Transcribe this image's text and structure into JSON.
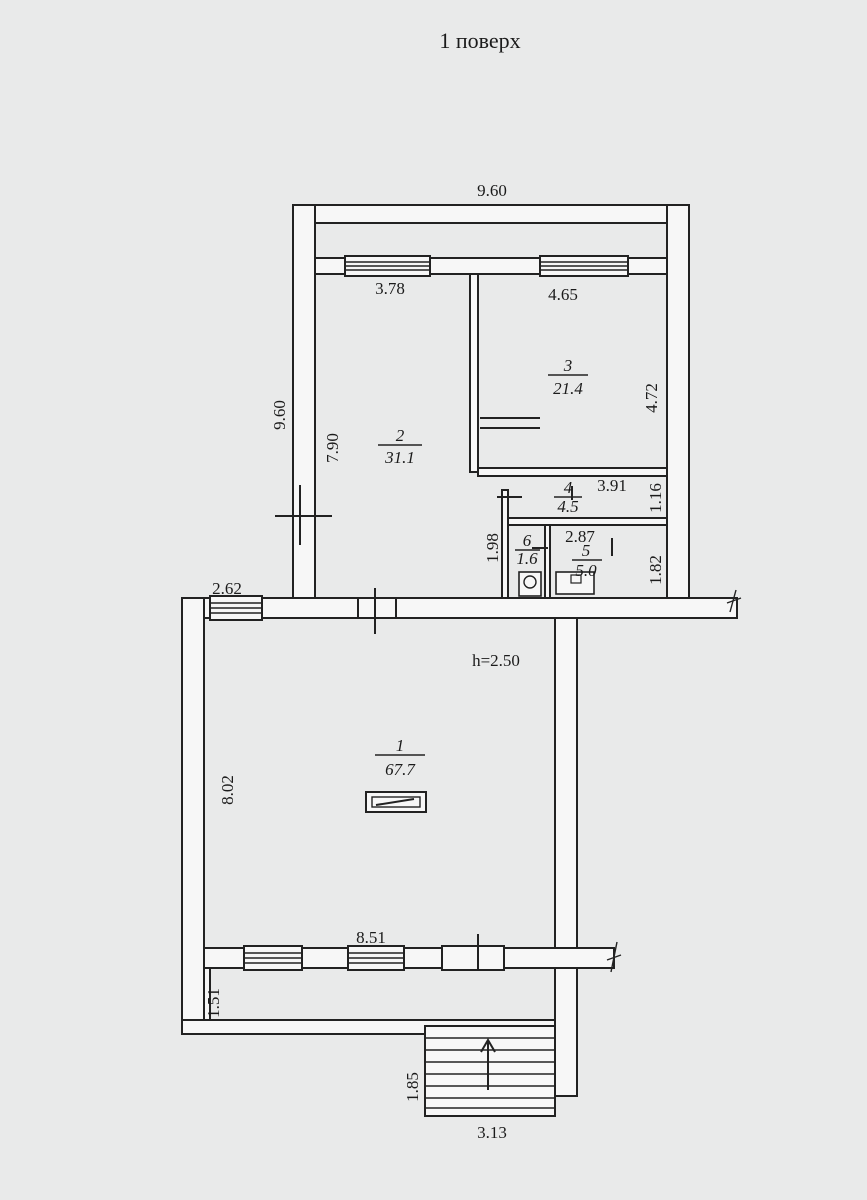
{
  "title": "1 поверх",
  "dimensions": {
    "top_width": "9.60",
    "left_height": "9.60",
    "room2_width": "3.78",
    "room3_width": "4.65",
    "room3_height": "4.72",
    "room2_height": "7.90",
    "room4_width": "3.91",
    "room4_height": "1.16",
    "room5_width": "2.87",
    "room5_height": "1.82",
    "room6_height": "1.98",
    "window_left": "2.62",
    "ceiling_height": "h=2.50",
    "room1_height": "8.02",
    "room1_width": "8.51",
    "porch_height": "1.51",
    "stair_height": "1.85",
    "stair_width": "3.13"
  },
  "rooms": [
    {
      "number": "1",
      "area": "67.7"
    },
    {
      "number": "2",
      "area": "31.1"
    },
    {
      "number": "3",
      "area": "21.4"
    },
    {
      "number": "4",
      "area": "4.5"
    },
    {
      "number": "5",
      "area": "5.0"
    },
    {
      "number": "6",
      "area": "1.6"
    }
  ]
}
